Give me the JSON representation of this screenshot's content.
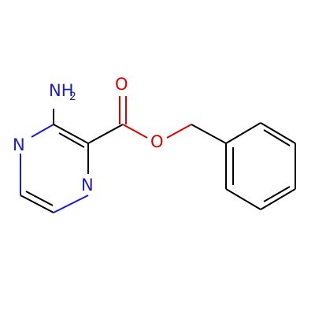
{
  "molecule": {
    "atoms": {
      "amine": {
        "main": "NH",
        "sub": "2",
        "color": "#2020b8"
      },
      "ring_n_left": {
        "text": "N",
        "color": "#2020b8"
      },
      "ring_n_right": {
        "text": "N",
        "color": "#2020b8"
      },
      "carbonyl_o": {
        "text": "O",
        "color": "#e00000"
      },
      "ester_o": {
        "text": "O",
        "color": "#e00000"
      }
    },
    "bond_colors": {
      "carbon": "#000000",
      "nitrogen": "#1a1ad6",
      "oxygen": "#e00000"
    }
  }
}
